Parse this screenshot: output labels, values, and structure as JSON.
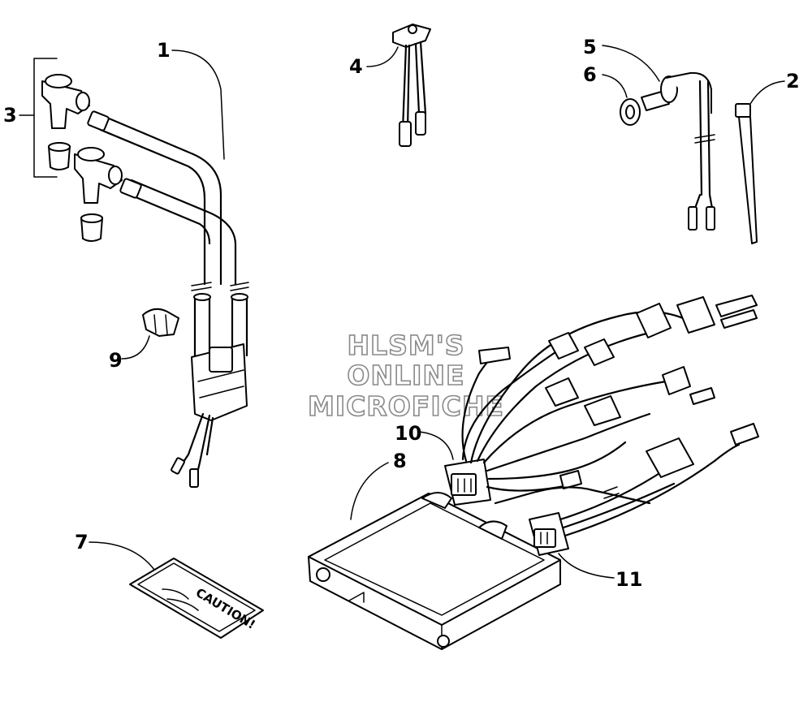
{
  "watermark": {
    "line1": "HLSM'S",
    "line2": "ONLINE",
    "line3": "MICROFICHE"
  },
  "decal": {
    "text": "CAUTION!"
  },
  "callouts": {
    "c1": "1",
    "c2": "2",
    "c3": "3",
    "c4": "4",
    "c5": "5",
    "c6": "6",
    "c7": "7",
    "c8": "8",
    "c9": "9",
    "c10": "10",
    "c11": "11"
  }
}
